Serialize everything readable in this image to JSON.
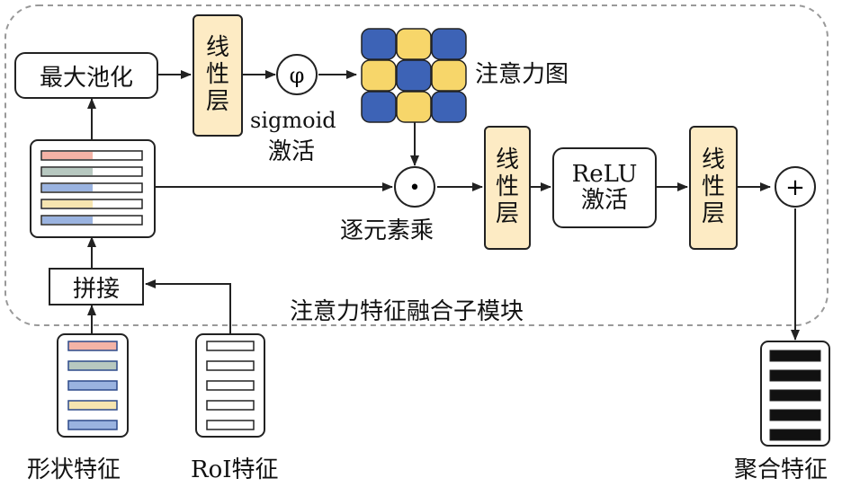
{
  "module": {
    "title": "注意力特征融合子模块"
  },
  "nodes": {
    "max_pool": "最大池化",
    "linear1_lines": [
      "线",
      "性",
      "层"
    ],
    "phi": "φ",
    "sigmoid": "sigmoid",
    "activation": "激活",
    "attention_map": "注意力图",
    "elementwise_multiply": "逐元素乘",
    "elementwise_dot": "•",
    "linear2_lines": [
      "线",
      "性",
      "层"
    ],
    "relu_line1": "ReLU",
    "relu_line2": "激活",
    "linear3_lines": [
      "线",
      "性",
      "层"
    ],
    "plus": "+",
    "concat": "拼接",
    "shape_features": "形状特征",
    "roi_features": "RoI特征",
    "aggregated_features": "聚合特征"
  },
  "colors": {
    "attention_blue": "#3d63b6",
    "attention_yellow": "#f7d66a",
    "linear_fill": "#fdebc4",
    "bar_pink": "#f4b3a6",
    "bar_gray": "#b7c8c0",
    "bar_blue": "#9ab3e0",
    "bar_cream": "#f6e5b0",
    "bar_dark": "#111111"
  },
  "attention_grid": [
    [
      "blue",
      "yellow",
      "blue"
    ],
    [
      "yellow",
      "blue",
      "yellow"
    ],
    [
      "blue",
      "yellow",
      "blue"
    ]
  ]
}
